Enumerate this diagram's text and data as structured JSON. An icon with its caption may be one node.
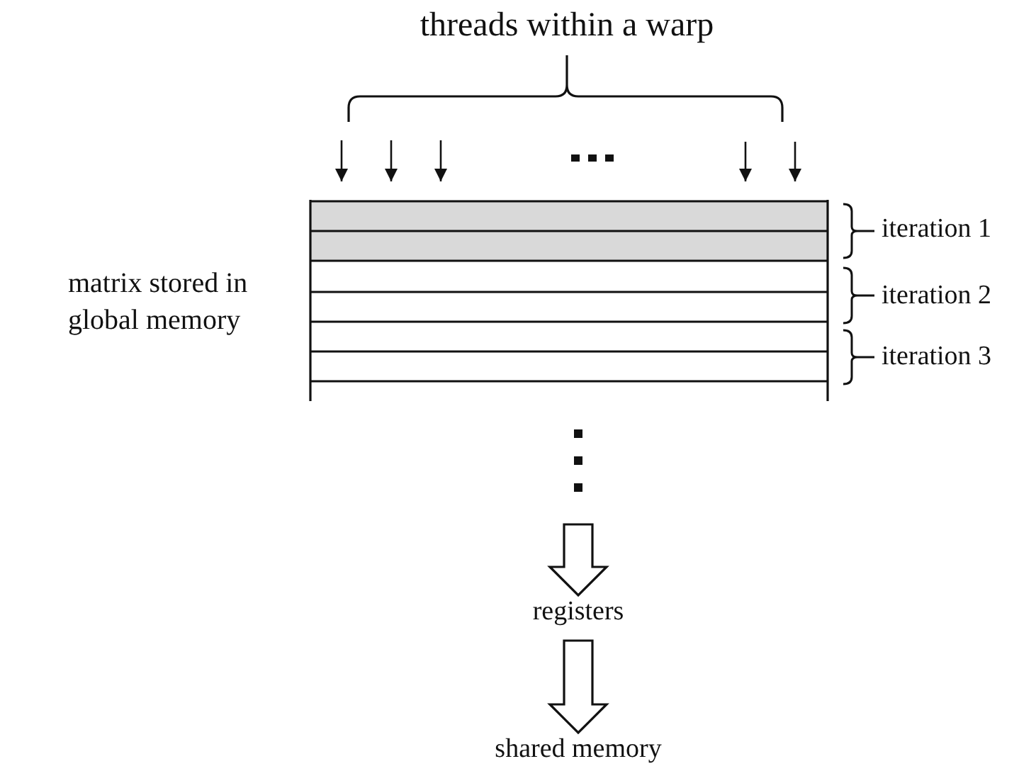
{
  "diagram": {
    "nodes": [
      {
        "text": [],
        "shape": "box",
        "beside": [
          "matrix stored in global memory"
        ]
      },
      {
        "text": [
          "registers"
        ]
      },
      {
        "text": [
          "shared memory"
        ]
      }
    ],
    "edges": [
      {
        "from": null,
        "to": 0,
        "arrow": "to"
      },
      {
        "from": null,
        "to": 0,
        "arrow": "to"
      },
      {
        "from": null,
        "to": 0,
        "arrow": "to"
      },
      {
        "from": null,
        "to": 0,
        "arrow": "to"
      },
      {
        "from": null,
        "to": 0,
        "arrow": "to"
      },
      {
        "from": null,
        "to": 1,
        "arrow": "to"
      },
      {
        "from": 1,
        "to": 2,
        "arrow": "to"
      }
    ],
    "labels": [
      "threads within a warp",
      "iteration 1",
      "iteration 2",
      "iteration 3"
    ]
  }
}
